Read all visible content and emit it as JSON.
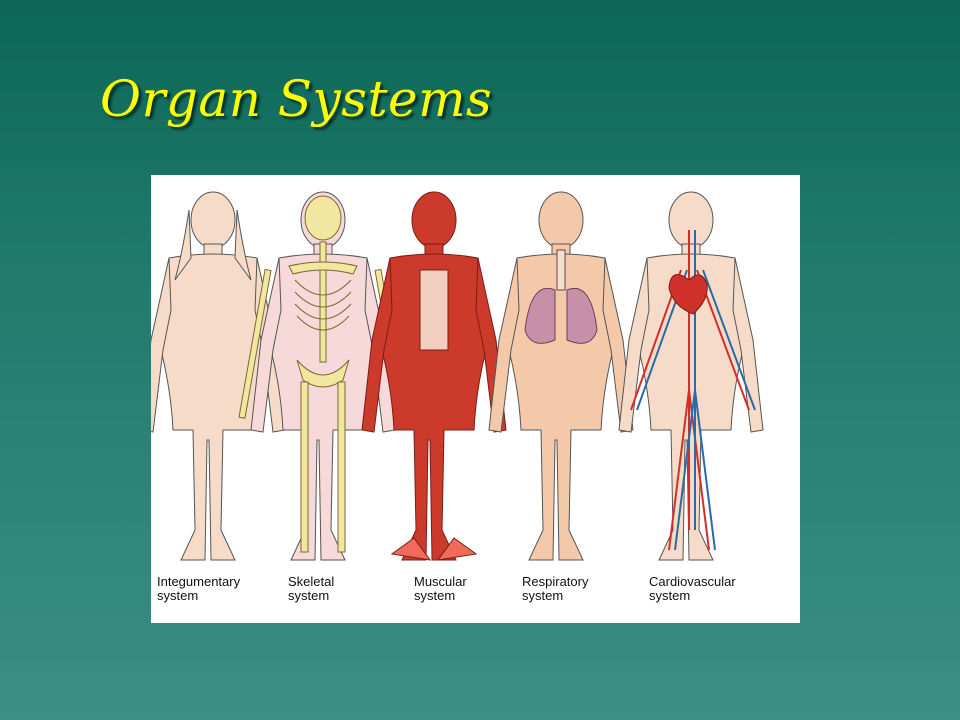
{
  "slide": {
    "title": "Organ Systems"
  },
  "figure": {
    "panels": [
      {
        "line1": "Integumentary",
        "line2": "system"
      },
      {
        "line1": "Skeletal",
        "line2": "system"
      },
      {
        "line1": "Muscular",
        "line2": "system"
      },
      {
        "line1": "Respiratory",
        "line2": "system"
      },
      {
        "line1": "Cardiovascular",
        "line2": "system"
      }
    ]
  },
  "colors": {
    "background_top": "#0b6656",
    "background_bottom": "#3a8f86",
    "title": "#ffff00",
    "skin": "#f6dcc8",
    "bone": "#f3e6a0",
    "muscle": "#cc3a2c",
    "lung": "#c88fa8",
    "artery": "#d0302a",
    "vein": "#2b6aa8"
  }
}
